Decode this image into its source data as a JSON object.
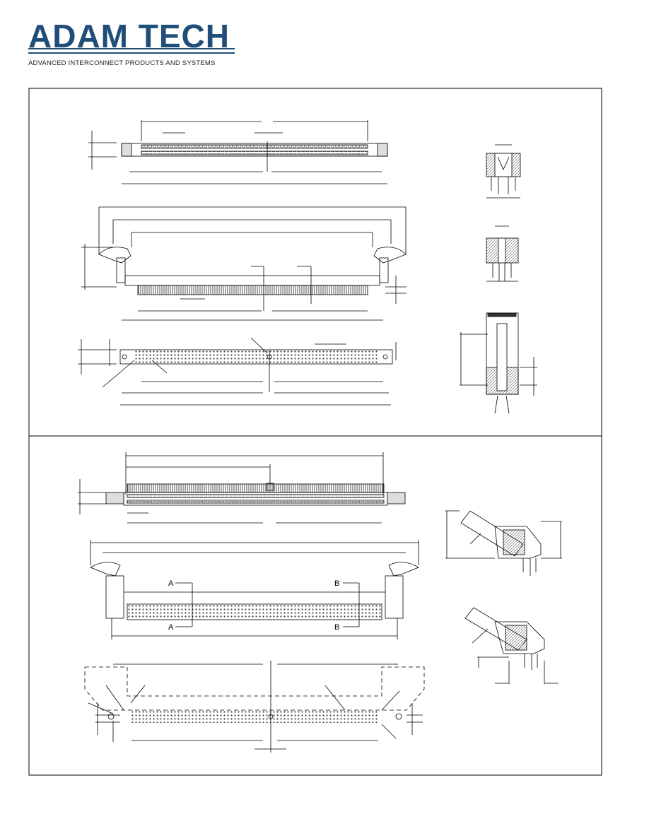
{
  "brand": {
    "name": "ADAM TECH",
    "tagline": "ADVANCED INTERCONNECT PRODUCTS AND SYSTEMS",
    "color": "#1f4e79"
  },
  "drawing": {
    "section_labels": [
      "A",
      "A",
      "B",
      "B"
    ],
    "line_color": "#000000",
    "fill_gray": "#9a9a9a"
  }
}
